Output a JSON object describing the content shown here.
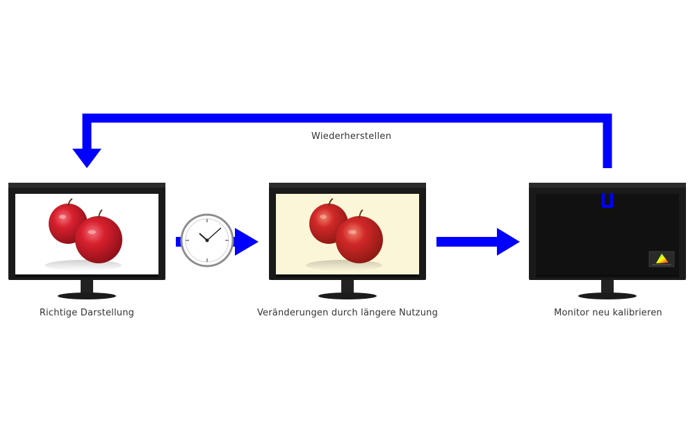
{
  "colors": {
    "arrow": "#0000ff",
    "bezel": "#1a1a1a",
    "screen_correct": "#ffffff",
    "screen_shifted": "#fbf6d8",
    "screen_calibrating": "#111111",
    "text": "#333333"
  },
  "loop": {
    "label": "Wiederherstellen"
  },
  "stages": [
    {
      "caption": "Richtige Darstellung",
      "screen": "apples-neutral"
    },
    {
      "caption": "Veränderungen durch längere Nutzung",
      "screen": "apples-yellow-tint"
    },
    {
      "caption": "Monitor neu kalibrieren",
      "screen": "dark-with-sensor"
    }
  ],
  "icons": {
    "clock": "clock-icon",
    "calibration_sensor": "calibration-sensor-icon",
    "color_gamut": "color-gamut-icon"
  }
}
